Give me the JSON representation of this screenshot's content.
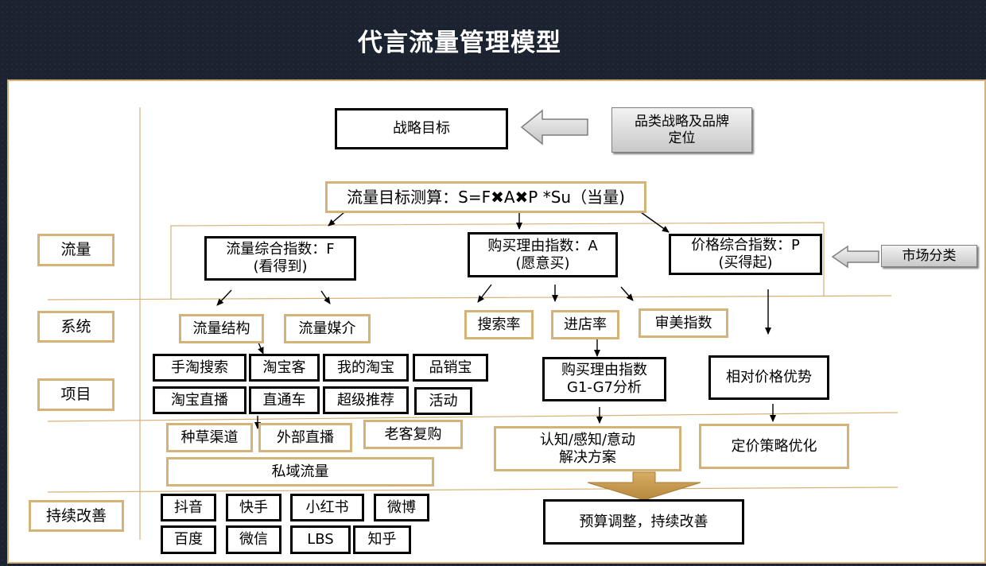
{
  "title": "代言流量管理模型",
  "rows": {
    "traffic": "流量",
    "system": "系统",
    "project": "项目",
    "continuous": "持续改善"
  },
  "top": {
    "strategy": "战略目标",
    "category": "品类战略及品牌\n定位",
    "target": "流量目标测算：S=F✖A✖P *Su（当量)",
    "market": "市场分类"
  },
  "indices": {
    "f": "流量综合指数：F\n(看得到)",
    "a": "购买理由指数：A\n(愿意买)",
    "p": "价格综合指数：P\n(买得起)"
  },
  "system_items": {
    "structure": "流量结构",
    "media": "流量媒介",
    "search_rate": "搜索率",
    "store_rate": "进店率",
    "aesthetic": "审美指数"
  },
  "channels": {
    "row1": [
      "手淘搜索",
      "淘宝客",
      "我的淘宝",
      "品销宝"
    ],
    "row2": [
      "淘宝直播",
      "直通车",
      "超级推荐",
      "活动"
    ]
  },
  "analysis": {
    "reason": "购买理由指数\nG1-G7分析",
    "price_adv": "相对价格优势"
  },
  "seeding": {
    "grass": "种草渠道",
    "external_live": "外部直播",
    "repurchase": "老客复购",
    "private": "私域流量"
  },
  "solutions": {
    "cognition": "认知/感知/意动\n解决方案",
    "pricing": "定价策略优化"
  },
  "platforms": {
    "row1": [
      "抖音",
      "快手",
      "小红书",
      "微博"
    ],
    "row2": [
      "百度",
      "微信",
      "LBS",
      "知乎"
    ]
  },
  "final": "预算调整，持续改善",
  "colors": {
    "background": "#1b2230",
    "panel": "#ffffff",
    "gold": "#d5b278",
    "black_border": "#000000",
    "gray_box": "#d9d9d9",
    "orange_arrow": "#c59a4e"
  }
}
